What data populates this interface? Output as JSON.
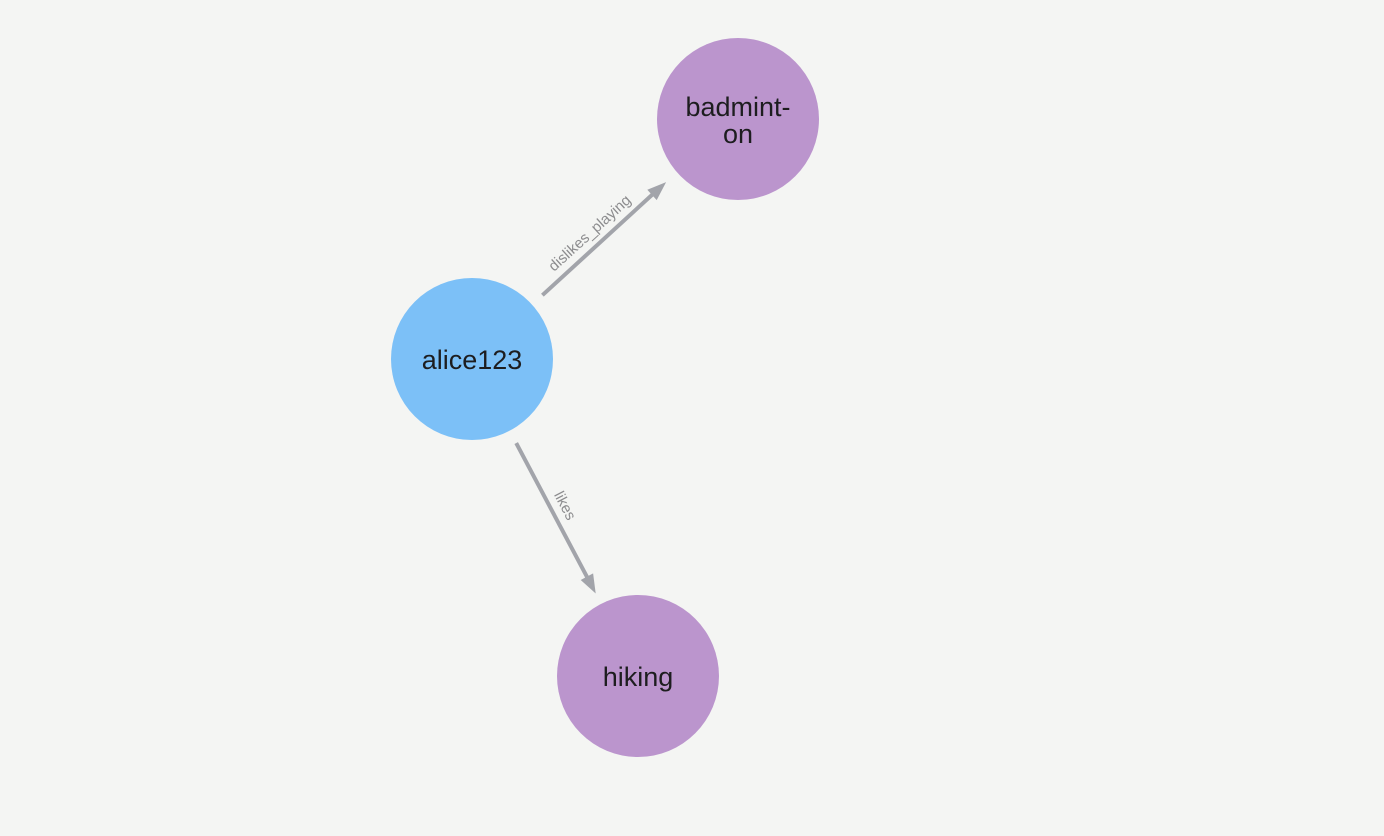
{
  "canvas": {
    "background": "#f4f5f3"
  },
  "graph": {
    "nodes": [
      {
        "id": "alice123",
        "label": "alice123",
        "fill": "#7cc0f7",
        "text_color": "#1d1d1f"
      },
      {
        "id": "badminton",
        "label": "badminton",
        "label_lines": [
          "badmint-",
          "on"
        ],
        "fill": "#bb95cd",
        "text_color": "#1d1d1f"
      },
      {
        "id": "hiking",
        "label": "hiking",
        "fill": "#bb95cd",
        "text_color": "#1d1d1f"
      }
    ],
    "edges": [
      {
        "from": "alice123",
        "to": "badminton",
        "label": "dislikes_playing",
        "color": "#a2a4aa",
        "label_color": "#8c8c8e"
      },
      {
        "from": "alice123",
        "to": "hiking",
        "label": "likes",
        "color": "#a2a4aa",
        "label_color": "#8c8c8e"
      }
    ]
  }
}
